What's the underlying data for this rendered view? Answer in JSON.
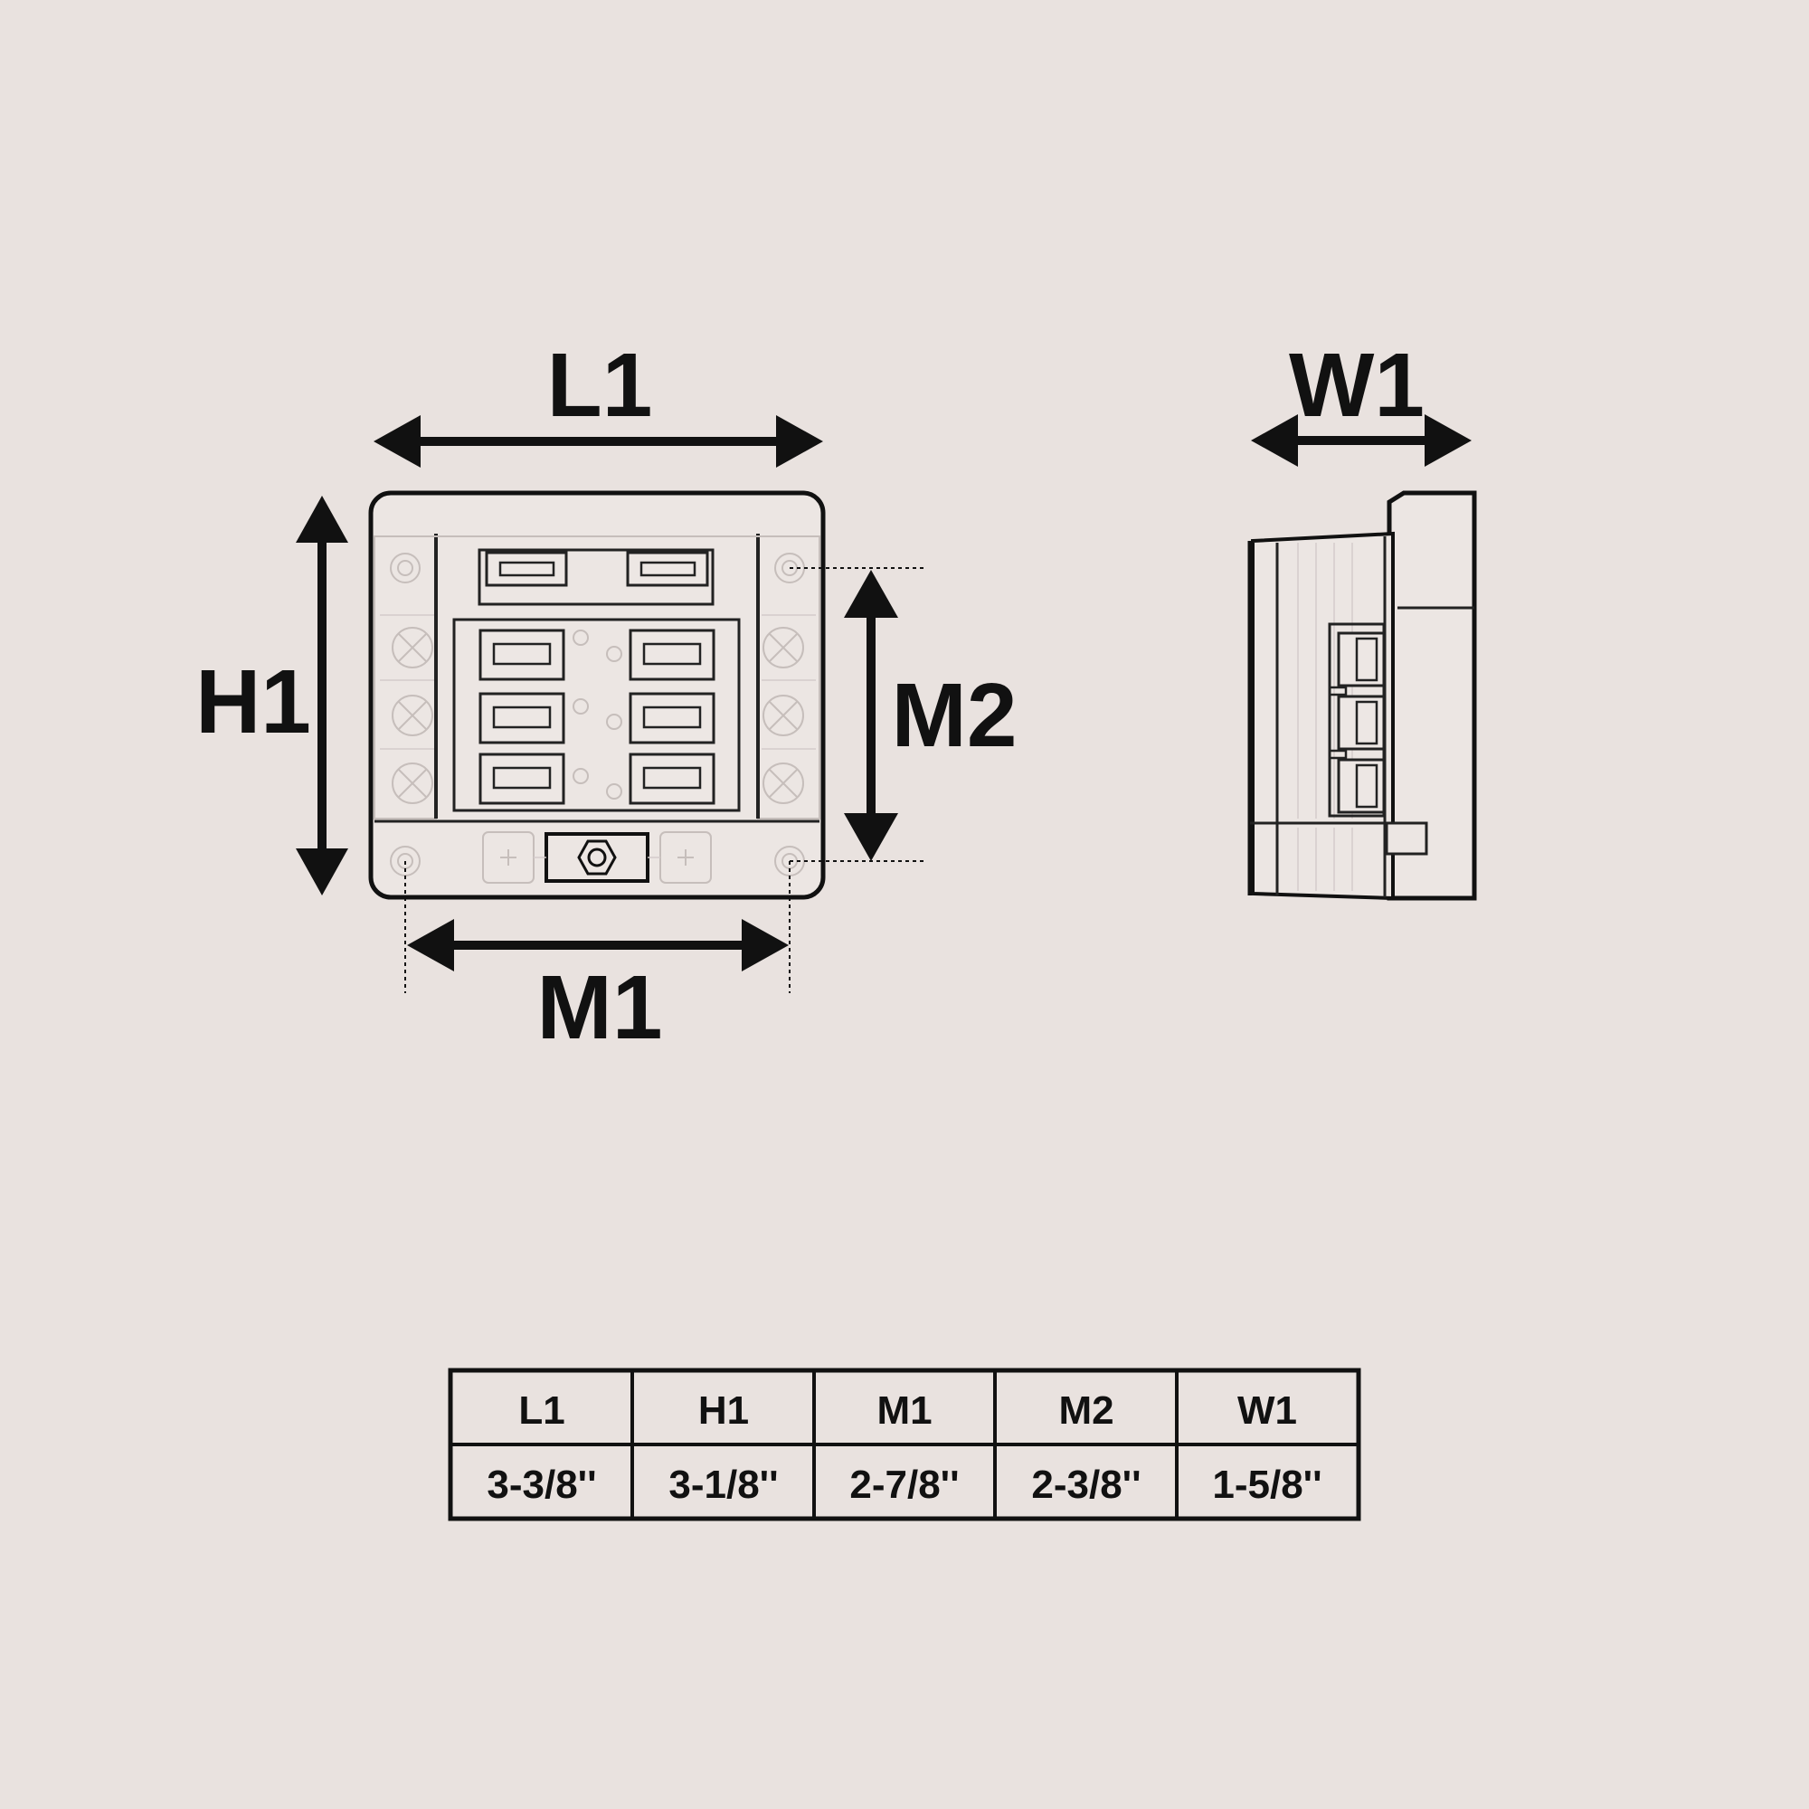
{
  "front_view": {
    "labels": {
      "l1": "L1",
      "h1": "H1",
      "m1": "M1",
      "m2": "M2"
    }
  },
  "side_view": {
    "labels": {
      "w1": "W1"
    }
  },
  "dimension_table": {
    "headers": [
      "L1",
      "H1",
      "M1",
      "M2",
      "W1"
    ],
    "values": [
      "3-3/8''",
      "3-1/8''",
      "2-7/8''",
      "2-3/8''",
      "1-5/8''"
    ]
  }
}
